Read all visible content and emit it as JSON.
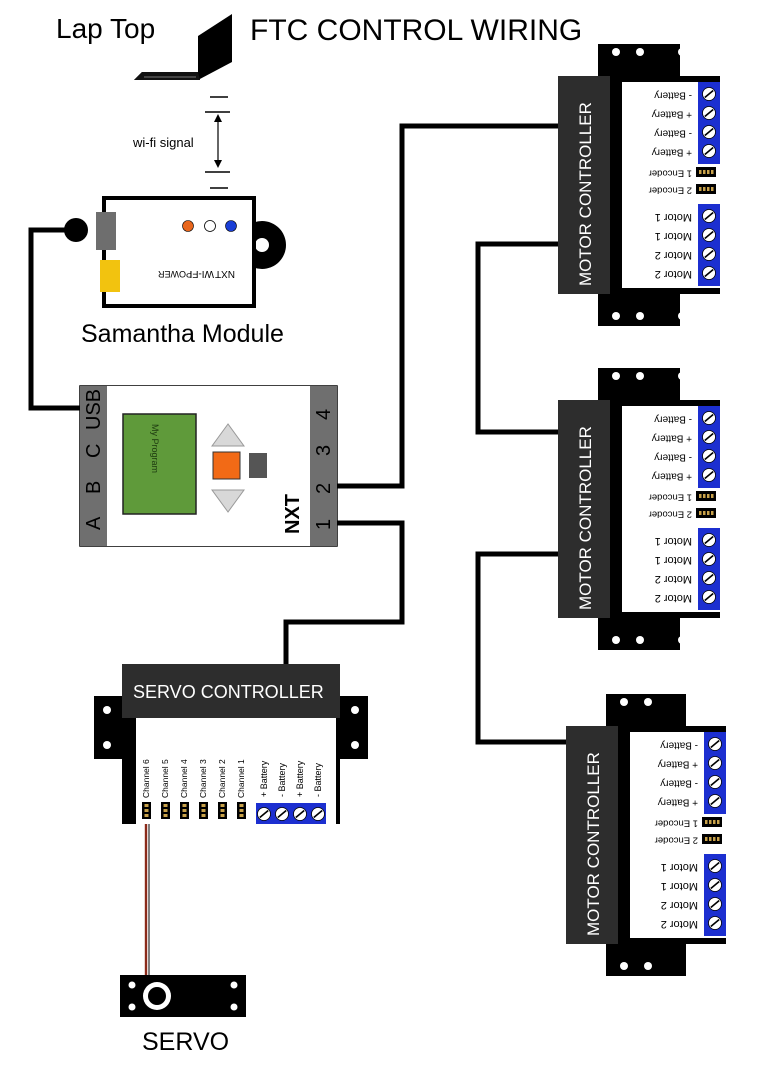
{
  "title": "FTC CONTROL WIRING",
  "laptop": {
    "label": "Lap Top"
  },
  "wifi": {
    "label": "wi-fi signal"
  },
  "samantha": {
    "label": "Samantha Module",
    "leds": [
      {
        "label": "NXT",
        "color": "#1a3fd6"
      },
      {
        "label": "WI-FI",
        "color": "#ffffff"
      },
      {
        "label": "POWER",
        "color": "#e8661c"
      }
    ]
  },
  "nxt": {
    "label": "NXT",
    "screen_text": "My Program",
    "input_ports": [
      "4",
      "3",
      "2",
      "1"
    ],
    "output_ports": [
      "A",
      "B",
      "C",
      "USB"
    ]
  },
  "motor_controllers": [
    {
      "label": "MOTOR CONTROLLER"
    },
    {
      "label": "MOTOR CONTROLLER"
    },
    {
      "label": "MOTOR CONTROLLER"
    }
  ],
  "motor_controller_terminals": {
    "battery": [
      "- Battery",
      "+ Battery",
      "- Battery",
      "+ Battery"
    ],
    "encoders": [
      "1 Encoder",
      "2 Encoder"
    ],
    "motors": [
      "Motor 1",
      "Motor 1",
      "Motor 2",
      "Motor 2"
    ]
  },
  "servo_controller": {
    "label": "SERVO CONTROLLER",
    "channels": [
      "Channel 6",
      "Channel 5",
      "Channel 4",
      "Channel 3",
      "Channel 2",
      "Channel 1"
    ],
    "battery": [
      "+ Battery",
      "- Battery",
      "+ Battery",
      "- Battery"
    ]
  },
  "servo": {
    "label": "SERVO"
  },
  "colors": {
    "terminal_blue": "#1c2fd0",
    "dark_body": "#2b2b2b",
    "nxt_orange": "#f26a16",
    "samantha_yellow": "#f2c30f",
    "screen_green": "#5f9a3a",
    "servo_wire": "#8b2a1a"
  }
}
